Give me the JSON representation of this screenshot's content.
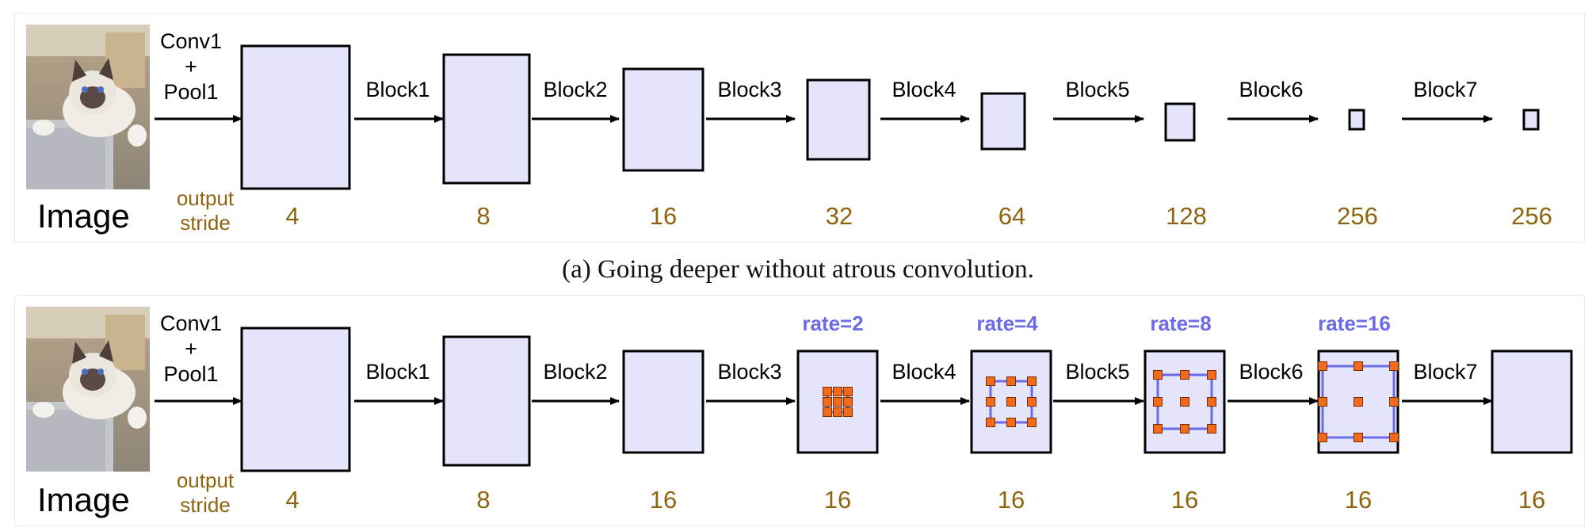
{
  "panel_a": {
    "image_label": "Image",
    "conv_label": [
      "Conv1",
      "+",
      "Pool1"
    ],
    "stride_label": [
      "output",
      "stride"
    ],
    "blocks": [
      "Block1",
      "Block2",
      "Block3",
      "Block4",
      "Block5",
      "Block6",
      "Block7"
    ],
    "strides": [
      "4",
      "8",
      "16",
      "32",
      "64",
      "128",
      "256",
      "256"
    ]
  },
  "caption": "(a) Going deeper without atrous convolution.",
  "panel_b": {
    "image_label": "Image",
    "conv_label": [
      "Conv1",
      "+",
      "Pool1"
    ],
    "stride_label": [
      "output",
      "stride"
    ],
    "blocks": [
      "Block1",
      "Block2",
      "Block3",
      "Block4",
      "Block5",
      "Block6",
      "Block7"
    ],
    "strides": [
      "4",
      "8",
      "16",
      "16",
      "16",
      "16",
      "16",
      "16"
    ],
    "rates": [
      "rate=2",
      "rate=4",
      "rate=8",
      "rate=16"
    ]
  },
  "colors": {
    "box_fill": "#e4e4fb",
    "box_stroke": "#000000",
    "stride_text": "#8f6410",
    "rate_text": "#6b6be8",
    "kernel_dot": "#f26a1b",
    "kernel_grid": "#6b6be8"
  },
  "icons": {
    "input_image": "cat-photo"
  }
}
